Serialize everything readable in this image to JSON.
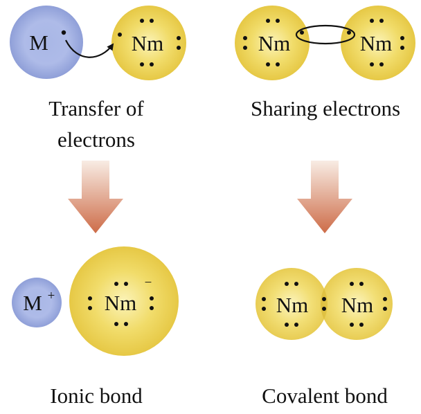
{
  "colors": {
    "metal_atom": "#a9b7e6",
    "nonmetal_atom": "#f1dc6a",
    "arrow_top": "#f8ece4",
    "arrow_bottom": "#cd6c48",
    "ink": "#111111",
    "background": "#ffffff"
  },
  "panels": {
    "ionic_before": {
      "metal_symbol": "M",
      "nonmetal_symbol": "Nm",
      "caption_line1": "Transfer of",
      "caption_line2": "electrons"
    },
    "covalent_before": {
      "left_symbol": "Nm",
      "right_symbol": "Nm",
      "caption": "Sharing electrons"
    },
    "ionic_after": {
      "cation_symbol": "M",
      "cation_charge": "+",
      "anion_symbol": "Nm",
      "anion_charge": "−",
      "caption": "Ionic bond"
    },
    "covalent_after": {
      "left_symbol": "Nm",
      "right_symbol": "Nm",
      "caption": "Covalent bond"
    }
  }
}
